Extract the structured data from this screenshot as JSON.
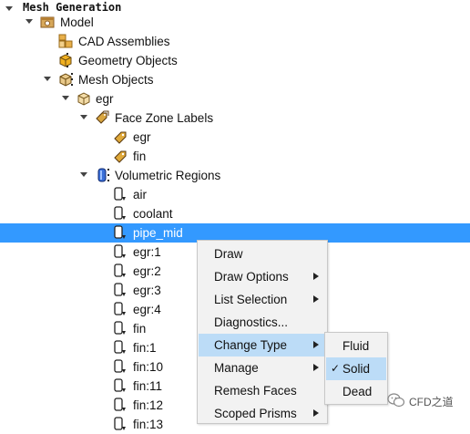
{
  "tree": {
    "root": "Mesh Generation",
    "model": "Model",
    "cad_assemblies": "CAD Assemblies",
    "geometry_objects": "Geometry Objects",
    "mesh_objects": "Mesh Objects",
    "egr": "egr",
    "face_zone_labels": "Face Zone Labels",
    "face_zone_items": [
      "egr",
      "fin"
    ],
    "volumetric_regions": "Volumetric Regions",
    "regions": [
      "air",
      "coolant",
      "pipe_mid",
      "egr:1",
      "egr:2",
      "egr:3",
      "egr:4",
      "fin",
      "fin:1",
      "fin:10",
      "fin:11",
      "fin:12",
      "fin:13"
    ],
    "selected": "pipe_mid"
  },
  "context_menu": {
    "items": [
      {
        "label": "Draw",
        "submenu": false
      },
      {
        "label": "Draw Options",
        "submenu": true
      },
      {
        "label": "List Selection",
        "submenu": true
      },
      {
        "label": "Diagnostics...",
        "submenu": false
      },
      {
        "label": "Change Type",
        "submenu": true,
        "highlighted": true
      },
      {
        "label": "Manage",
        "submenu": true
      },
      {
        "label": "Remesh Faces",
        "submenu": false
      },
      {
        "label": "Scoped Prisms",
        "submenu": true
      }
    ]
  },
  "submenu": {
    "items": [
      {
        "label": "Fluid",
        "checked": false
      },
      {
        "label": "Solid",
        "checked": true,
        "highlighted": true
      },
      {
        "label": "Dead",
        "checked": false
      }
    ]
  },
  "watermark": {
    "text": "CFD之道"
  },
  "colors": {
    "selection": "#3399ff",
    "menu_highlight": "#bcdcf7",
    "menu_bg": "#f2f2f2"
  }
}
